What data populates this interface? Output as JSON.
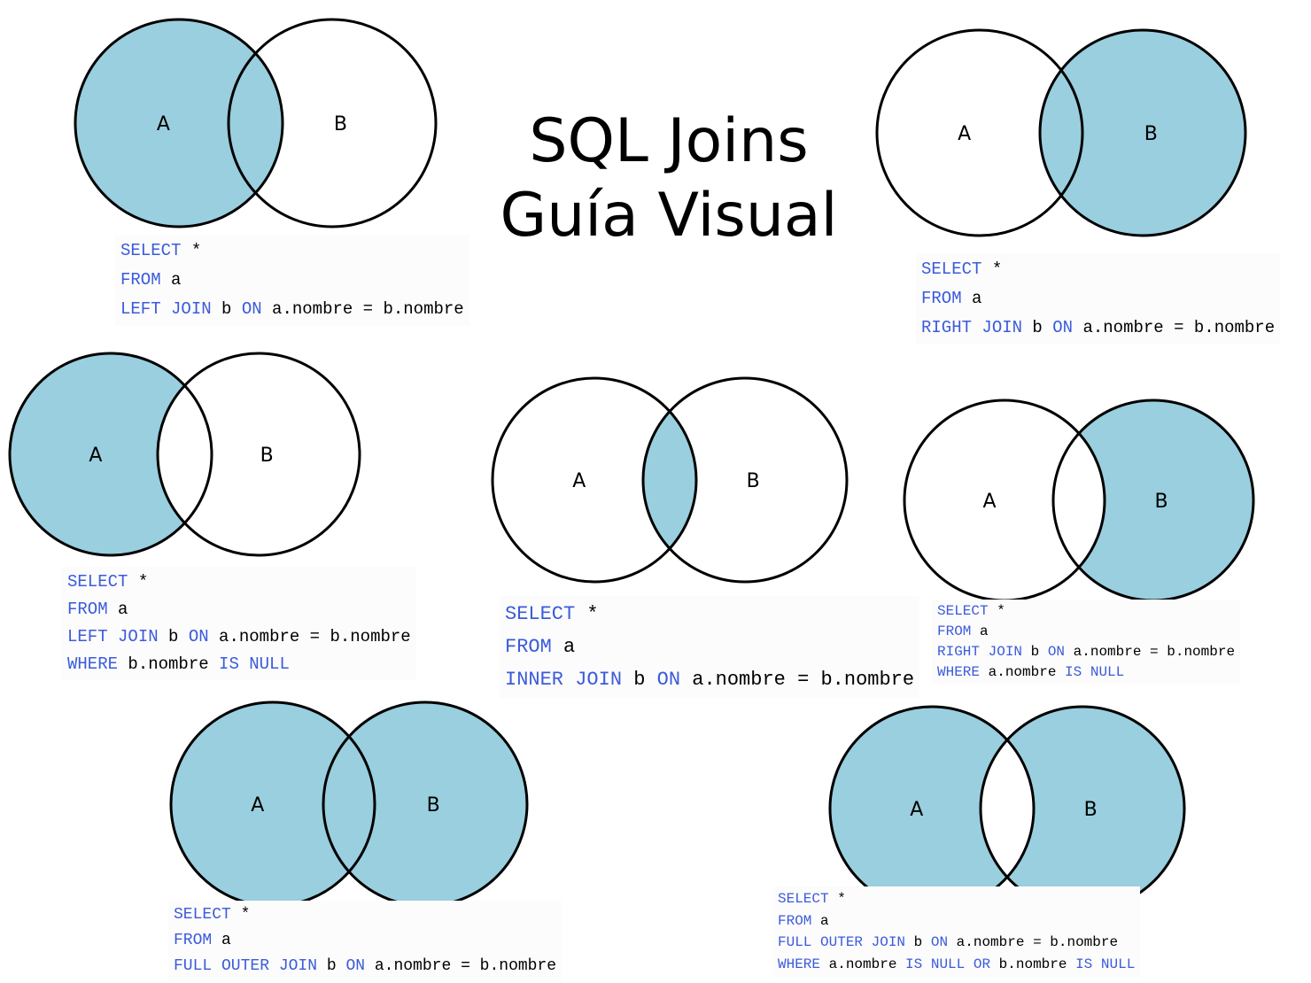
{
  "title": {
    "line1": "SQL Joins",
    "line2": "Guía Visual"
  },
  "colors": {
    "fill": "#99cfdf",
    "stroke": "#000000",
    "keyword": "#3b5bdb",
    "text": "#000000"
  },
  "circle_labels": {
    "a": "A",
    "b": "B"
  },
  "joins": [
    {
      "id": "left-join",
      "shaded_regions": [
        "a_only",
        "intersection"
      ],
      "query": [
        [
          {
            "k": true,
            "t": "SELECT"
          },
          {
            "k": false,
            "t": " *"
          }
        ],
        [
          {
            "k": true,
            "t": "FROM"
          },
          {
            "k": false,
            "t": " a"
          }
        ],
        [
          {
            "k": true,
            "t": "LEFT JOIN"
          },
          {
            "k": false,
            "t": " b "
          },
          {
            "k": true,
            "t": "ON"
          },
          {
            "k": false,
            "t": " a.nombre = b.nombre"
          }
        ]
      ]
    },
    {
      "id": "right-join",
      "shaded_regions": [
        "b_only",
        "intersection"
      ],
      "query": [
        [
          {
            "k": true,
            "t": "SELECT"
          },
          {
            "k": false,
            "t": " *"
          }
        ],
        [
          {
            "k": true,
            "t": "FROM"
          },
          {
            "k": false,
            "t": " a"
          }
        ],
        [
          {
            "k": true,
            "t": "RIGHT JOIN"
          },
          {
            "k": false,
            "t": " b "
          },
          {
            "k": true,
            "t": "ON"
          },
          {
            "k": false,
            "t": " a.nombre = b.nombre"
          }
        ]
      ]
    },
    {
      "id": "left-excluding-join",
      "shaded_regions": [
        "a_only"
      ],
      "query": [
        [
          {
            "k": true,
            "t": "SELECT"
          },
          {
            "k": false,
            "t": " *"
          }
        ],
        [
          {
            "k": true,
            "t": "FROM"
          },
          {
            "k": false,
            "t": " a"
          }
        ],
        [
          {
            "k": true,
            "t": "LEFT JOIN"
          },
          {
            "k": false,
            "t": " b "
          },
          {
            "k": true,
            "t": "ON"
          },
          {
            "k": false,
            "t": " a.nombre = b.nombre"
          }
        ],
        [
          {
            "k": true,
            "t": "WHERE"
          },
          {
            "k": false,
            "t": " b.nombre "
          },
          {
            "k": true,
            "t": "IS NULL"
          }
        ]
      ]
    },
    {
      "id": "inner-join",
      "shaded_regions": [
        "intersection"
      ],
      "query": [
        [
          {
            "k": true,
            "t": "SELECT"
          },
          {
            "k": false,
            "t": " *"
          }
        ],
        [
          {
            "k": true,
            "t": "FROM"
          },
          {
            "k": false,
            "t": " a"
          }
        ],
        [
          {
            "k": true,
            "t": "INNER JOIN"
          },
          {
            "k": false,
            "t": " b "
          },
          {
            "k": true,
            "t": "ON"
          },
          {
            "k": false,
            "t": " a.nombre = b.nombre"
          }
        ]
      ]
    },
    {
      "id": "right-excluding-join",
      "shaded_regions": [
        "b_only"
      ],
      "query": [
        [
          {
            "k": true,
            "t": "SELECT"
          },
          {
            "k": false,
            "t": " *"
          }
        ],
        [
          {
            "k": true,
            "t": "FROM"
          },
          {
            "k": false,
            "t": " a"
          }
        ],
        [
          {
            "k": true,
            "t": "RIGHT JOIN"
          },
          {
            "k": false,
            "t": " b "
          },
          {
            "k": true,
            "t": "ON"
          },
          {
            "k": false,
            "t": " a.nombre = b.nombre"
          }
        ],
        [
          {
            "k": true,
            "t": "WHERE"
          },
          {
            "k": false,
            "t": " a.nombre "
          },
          {
            "k": true,
            "t": "IS NULL"
          }
        ]
      ]
    },
    {
      "id": "full-outer-join",
      "shaded_regions": [
        "a_only",
        "intersection",
        "b_only"
      ],
      "query": [
        [
          {
            "k": true,
            "t": "SELECT"
          },
          {
            "k": false,
            "t": " *"
          }
        ],
        [
          {
            "k": true,
            "t": "FROM"
          },
          {
            "k": false,
            "t": " a"
          }
        ],
        [
          {
            "k": true,
            "t": "FULL OUTER JOIN"
          },
          {
            "k": false,
            "t": " b "
          },
          {
            "k": true,
            "t": "ON"
          },
          {
            "k": false,
            "t": " a.nombre = b.nombre"
          }
        ]
      ]
    },
    {
      "id": "full-outer-excluding-join",
      "shaded_regions": [
        "a_only",
        "b_only"
      ],
      "query": [
        [
          {
            "k": true,
            "t": "SELECT"
          },
          {
            "k": false,
            "t": " *"
          }
        ],
        [
          {
            "k": true,
            "t": "FROM"
          },
          {
            "k": false,
            "t": " a"
          }
        ],
        [
          {
            "k": true,
            "t": "FULL OUTER JOIN"
          },
          {
            "k": false,
            "t": " b "
          },
          {
            "k": true,
            "t": "ON"
          },
          {
            "k": false,
            "t": " a.nombre = b.nombre"
          }
        ],
        [
          {
            "k": true,
            "t": "WHERE"
          },
          {
            "k": false,
            "t": " a.nombre "
          },
          {
            "k": true,
            "t": "IS NULL"
          },
          {
            "k": false,
            "t": " "
          },
          {
            "k": true,
            "t": "OR"
          },
          {
            "k": false,
            "t": " b.nombre "
          },
          {
            "k": true,
            "t": "IS NULL"
          }
        ]
      ]
    }
  ]
}
